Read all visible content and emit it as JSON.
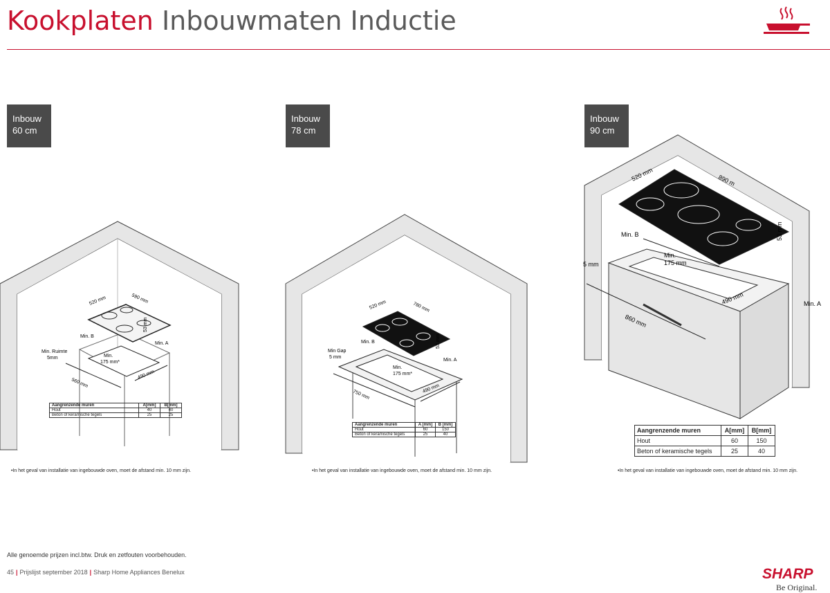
{
  "header": {
    "title_red": "Kookplaten",
    "title_gray": "Inbouwmaten Inductie",
    "icon": "frying-pan-icon"
  },
  "colors": {
    "accent": "#c8102e",
    "badge": "#4a4a4a"
  },
  "sections": [
    {
      "badge": {
        "line1": "Inbouw",
        "line2": "60 cm"
      },
      "dims": {
        "depth": "520 mm",
        "width": "590 mm",
        "height": "53 mm",
        "cut_depth": "490 mm",
        "cut_width": "560 mm",
        "min_a": "Min. A",
        "min_b": "Min. B",
        "min_ruimte": "Min. Ruimte",
        "min_ruimte_val": "5mm",
        "min": "Min.",
        "min_val": "175 mm*"
      },
      "table": {
        "headers": [
          "Aangrenzende muren",
          "A[mm]",
          "B[mm]"
        ],
        "rows": [
          [
            "Hout",
            "40",
            "40"
          ],
          [
            "Beton of keramische tegels",
            "25",
            "25"
          ]
        ]
      },
      "footnote": "•In het geval van installatie van ingebouwde oven, moet de afstand min. 10 mm zijn."
    },
    {
      "badge": {
        "line1": "Inbouw",
        "line2": "78 cm"
      },
      "dims": {
        "depth": "520 mm",
        "width": "780 mm",
        "height": "53 mm",
        "cut_depth": "490 mm",
        "cut_width": "750 mm",
        "min_a": "Min. A",
        "min_b": "Min. B",
        "min_gap": "Min Gap",
        "min_gap_val": "5 mm",
        "min": "Min.",
        "min_val": "175 mm*"
      },
      "table": {
        "headers": [
          "Aangrenzende muren",
          "A [mm]",
          "B [mm]"
        ],
        "rows": [
          [
            "Hout",
            "60",
            "150"
          ],
          [
            "Beton of keramische tegels",
            "25",
            "40"
          ]
        ]
      },
      "footnote": "•In het geval van installatie van ingebouwde oven, moet de afstand min. 10 mm zijn."
    },
    {
      "badge": {
        "line1": "Inbouw",
        "line2": "90 cm"
      },
      "dims": {
        "depth": "520 mm",
        "width": "890 m",
        "height": "53 mm",
        "cut_depth": "490 mm",
        "cut_width": "860 mm",
        "min_a": "Min. A",
        "min_b": "Min. B",
        "side": "5 mm",
        "min": "Min.",
        "min_val": "175 mm"
      },
      "table": {
        "headers": [
          "Aangrenzende muren",
          "A[mm]",
          "B[mm]"
        ],
        "rows": [
          [
            "Hout",
            "60",
            "150"
          ],
          [
            "Beton of keramische tegels",
            "25",
            "40"
          ]
        ]
      },
      "footnote": "•In het geval van installatie van ingebouwde oven, moet de afstand min. 10 mm zijn."
    }
  ],
  "footer": {
    "disclaimer": "Alle genoemde prijzen incl.btw. Druk en zetfouten voorbehouden.",
    "page": "45",
    "pricelist": "Prijslijst september 2018",
    "company": "Sharp Home Appliances Benelux",
    "brand": "SHARP",
    "slogan": "Be Original."
  }
}
